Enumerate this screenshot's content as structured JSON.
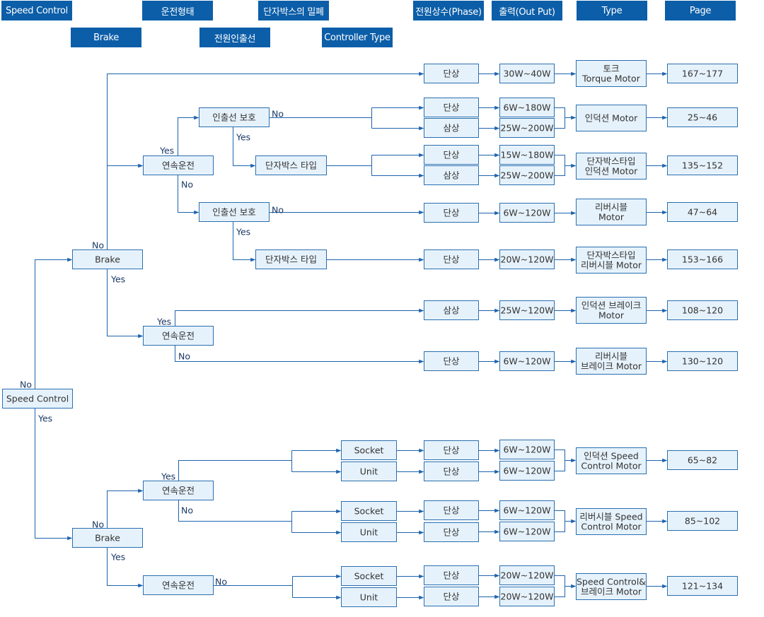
{
  "header": {
    "speed_control": "Speed Control",
    "brake": "Brake",
    "operation": "운전형태",
    "lead_wire": "전원인출선",
    "terminal_box_sealing": "단자박스의 밀폐",
    "controller_type": "Controller Type",
    "phase": "전원상수(Phase)",
    "output": "출력(Out Put)",
    "type": "Type",
    "page": "Page"
  },
  "colors": {
    "header_bg": "#0c5ea8",
    "node_fill": "#e6f2fb",
    "node_border": "#2a6fb0",
    "line": "#1d63ad"
  },
  "nodes": {
    "root": "Speed Control",
    "brake_top": "Brake",
    "cont_no": "연속운전",
    "lead_yes": "인출선 보호",
    "tbox_1": "단자박스 타입",
    "lead_no": "인출선 보호",
    "tbox_2": "단자박스 타입",
    "cont_yes": "연속운전",
    "brake_bottom": "Brake",
    "cont_sc_no": "연속운전",
    "cont_sc_yes": "연속운전",
    "ctrl_1": "Socket",
    "ctrl_2": "Unit",
    "ctrl_3": "Socket",
    "ctrl_4": "Unit",
    "ctrl_5": "Socket",
    "ctrl_6": "Unit",
    "ph_1": "단상",
    "ph_2": "단상",
    "ph_3": "삼상",
    "ph_4": "단상",
    "ph_5": "삼상",
    "ph_6": "단상",
    "ph_7": "단상",
    "ph_8": "삼상",
    "ph_9": "단상",
    "ph_10": "단상",
    "ph_11": "단상",
    "ph_12": "단상",
    "ph_13": "단상",
    "ph_14": "단상",
    "ph_15": "단상",
    "out_1": "30W~40W",
    "out_2": "6W~180W",
    "out_3": "25W~200W",
    "out_4": "15W~180W",
    "out_5": "25W~200W",
    "out_6": "6W~120W",
    "out_7": "20W~120W",
    "out_8": "25W~120W",
    "out_9": "6W~120W",
    "out_10": "6W~120W",
    "out_11": "6W~120W",
    "out_12": "6W~120W",
    "out_13": "6W~120W",
    "out_14": "20W~120W",
    "out_15": "20W~120W",
    "type_1": [
      "토크",
      "Torque Motor"
    ],
    "type_2": [
      "인덕션 Motor"
    ],
    "type_3": [
      "단자박스타입",
      "인덕션 Motor"
    ],
    "type_4": [
      "리버시블",
      "Motor"
    ],
    "type_5": [
      "단자박스타입",
      "리버시블 Motor"
    ],
    "type_6": [
      "인덕션 브레이크",
      "Motor"
    ],
    "type_7": [
      "리버시블",
      "브레이크 Motor"
    ],
    "type_8": [
      "인덕션 Speed",
      "Control Motor"
    ],
    "type_9": [
      "리버시블 Speed",
      "Control Motor"
    ],
    "type_10": [
      "Speed Control&",
      "브레이크 Motor"
    ],
    "page_1": "167~177",
    "page_2": "25~46",
    "page_3": "135~152",
    "page_4": "47~64",
    "page_5": "153~166",
    "page_6": "108~120",
    "page_7": "130~120",
    "page_8": "65~82",
    "page_9": "85~102",
    "page_10": "121~134"
  },
  "labels": {
    "yes": "Yes",
    "no": "No"
  }
}
